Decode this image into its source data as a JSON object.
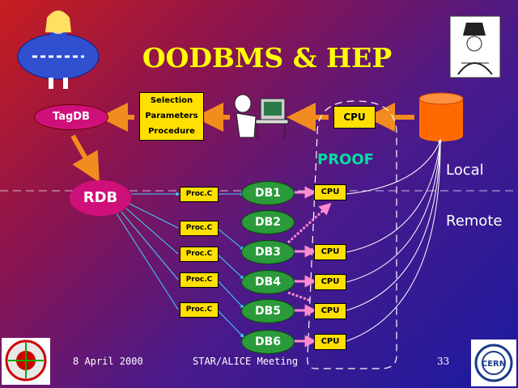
{
  "title": "OODBMS & HEP",
  "selection_box": [
    "Selection",
    "Parameters",
    "Procedure"
  ],
  "tagdb": "TagDB",
  "rdb": "RDB",
  "cpu_top": "CPU",
  "proof": "PROOF",
  "local": "Local",
  "remote": "Remote",
  "dbs": [
    "DB1",
    "DB2",
    "DB3",
    "DB4",
    "DB5",
    "DB6"
  ],
  "proc_label": "Proc.C",
  "cpu_label": "CPU",
  "footer": {
    "date": "8 April 2000",
    "meeting": "STAR/ALICE Meeting",
    "page": "33"
  },
  "colors": {
    "arrow_orange": "#f28c1e",
    "arrow_pink": "#ff8ad0",
    "line_cyan": "#40d0ff",
    "db_green": "#2a9a3a",
    "ellipse_magenta": "#d0107a",
    "box_yellow": "#ffe000"
  }
}
